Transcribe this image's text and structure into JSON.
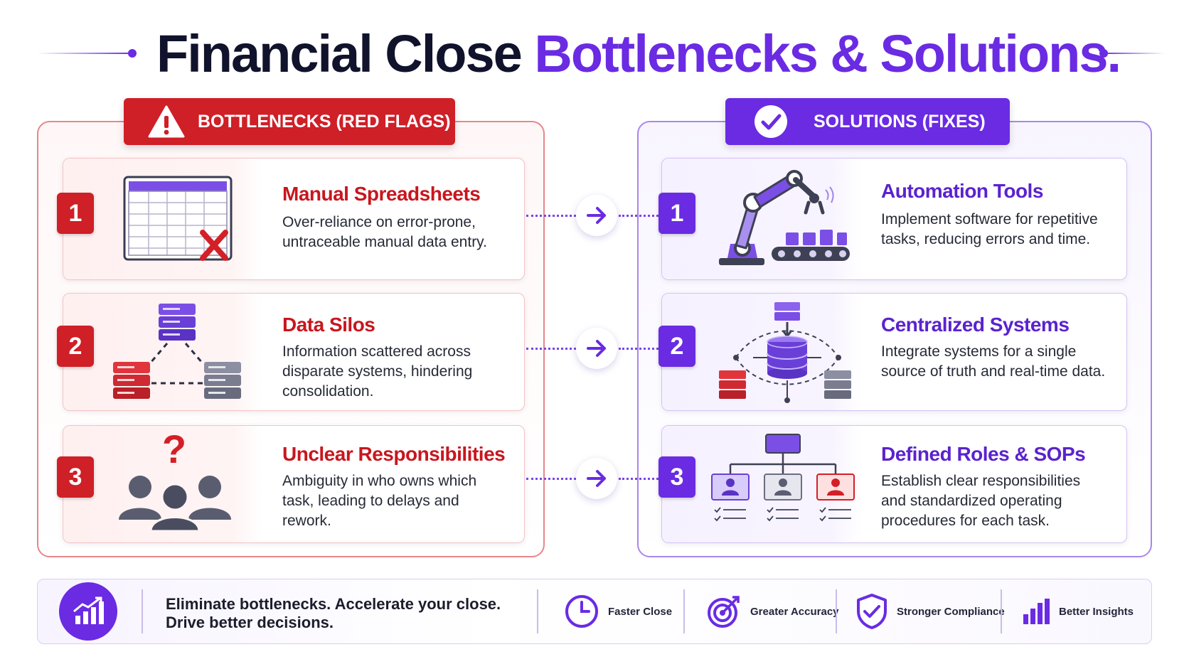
{
  "title": {
    "part1": "Financial Close",
    "part2": "Bottlenecks & Solutions."
  },
  "colors": {
    "red": "#cf1f27",
    "purple": "#6a2be3",
    "dark": "#10132b"
  },
  "bottlenecks": {
    "header": "BOTTLENECKS (RED FLAGS)",
    "header_icon": "warning-icon",
    "items": [
      {
        "number": "1",
        "title": "Manual Spreadsheets",
        "description": "Over-reliance on error-prone, untraceable manual data entry.",
        "icon": "spreadsheet-error-icon"
      },
      {
        "number": "2",
        "title": "Data Silos",
        "description": "Information scattered across disparate systems, hindering consolidation.",
        "icon": "disconnected-servers-icon"
      },
      {
        "number": "3",
        "title": "Unclear Responsibilities",
        "description": "Ambiguity in who owns which task, leading to delays and rework.",
        "icon": "confused-team-icon"
      }
    ]
  },
  "solutions": {
    "header": "SOLUTIONS (FIXES)",
    "header_icon": "check-circle-icon",
    "items": [
      {
        "number": "1",
        "title": "Automation Tools",
        "description": "Implement software for repetitive tasks, reducing errors and time.",
        "icon": "robot-arm-icon"
      },
      {
        "number": "2",
        "title": "Centralized Systems",
        "description": "Integrate systems for a single source of truth and real-time data.",
        "icon": "central-database-icon"
      },
      {
        "number": "3",
        "title": "Defined Roles & SOPs",
        "description": "Establish clear responsibilities and standardized operating procedures for each task.",
        "icon": "org-chart-icon"
      }
    ]
  },
  "footer": {
    "tagline_line1": "Eliminate bottlenecks. Accelerate your close.",
    "tagline_line2": "Drive better decisions.",
    "icon": "growth-chart-icon",
    "benefits": [
      {
        "label": "Faster Close",
        "icon": "clock-icon"
      },
      {
        "label": "Greater Accuracy",
        "icon": "target-icon"
      },
      {
        "label": "Stronger Compliance",
        "icon": "shield-check-icon"
      },
      {
        "label": "Better Insights",
        "icon": "bar-chart-icon"
      }
    ]
  }
}
